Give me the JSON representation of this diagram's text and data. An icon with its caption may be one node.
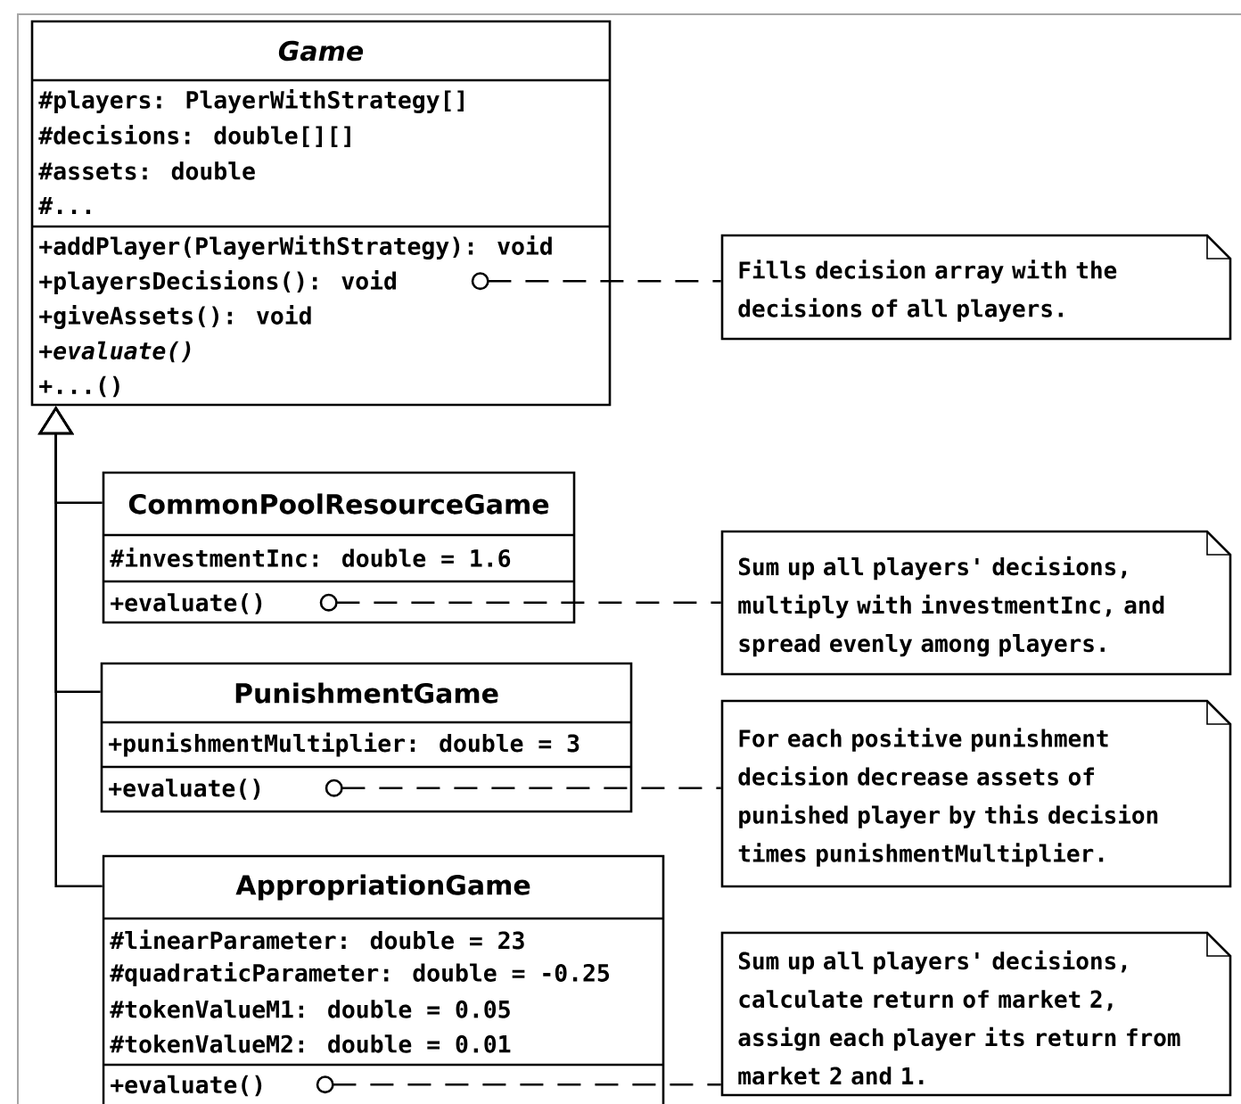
{
  "diagram": {
    "nodes": [
      {
        "text": [
          "Game",
          "#players: PlayerWithStrategy[]",
          "#decisions: double[][]",
          "#assets: double",
          "#...",
          "+addPlayer(PlayerWithStrategy): void",
          "+playersDecisions(): void",
          "+giveAssets(): void",
          "*+evaluate()*",
          "+...()"
        ]
      },
      {
        "text": [
          "Fills decision array with the decisions of all players."
        ]
      },
      {
        "text": [
          "CommonPoolResourceGame",
          "#investmentInc: double = 1.6",
          "+evaluate()"
        ]
      },
      {
        "text": [
          "Sum up all players' decisions, multiply with investmentInc, and spread evenly among players."
        ]
      },
      {
        "text": [
          "PunishmentGame",
          "+punishmentMultiplier: double = 3",
          "+evaluate()"
        ]
      },
      {
        "text": [
          "For each positive punishment decision decrease assets of punished player by this decision times punishmentMultiplier."
        ]
      },
      {
        "text": [
          "AppropriationGame",
          "#linearParameter: double = 23",
          "#quadraticParameter: double = -0.25",
          "#tokenValueM1: double = 0.05",
          "#tokenValueM2: double = 0.01",
          "+evaluate()"
        ]
      },
      {
        "text": [
          "Sum up all players' decisions, calculate return of market 2, assign each player its return from market 2 and 1."
        ]
      }
    ],
    "edges": [
      {
        "from": 2,
        "to": 0,
        "arrow": "to"
      },
      {
        "from": 4,
        "to": 0,
        "arrow": "to"
      },
      {
        "from": 6,
        "to": 0,
        "arrow": "to"
      },
      {
        "from": 0,
        "to": 1,
        "arrow": "other",
        "style": "dashed"
      },
      {
        "from": 2,
        "to": 3,
        "arrow": "other",
        "style": "dashed"
      },
      {
        "from": 4,
        "to": 5,
        "arrow": "other",
        "style": "dashed"
      },
      {
        "from": 6,
        "to": 7,
        "arrow": "other",
        "style": "dashed"
      }
    ]
  }
}
